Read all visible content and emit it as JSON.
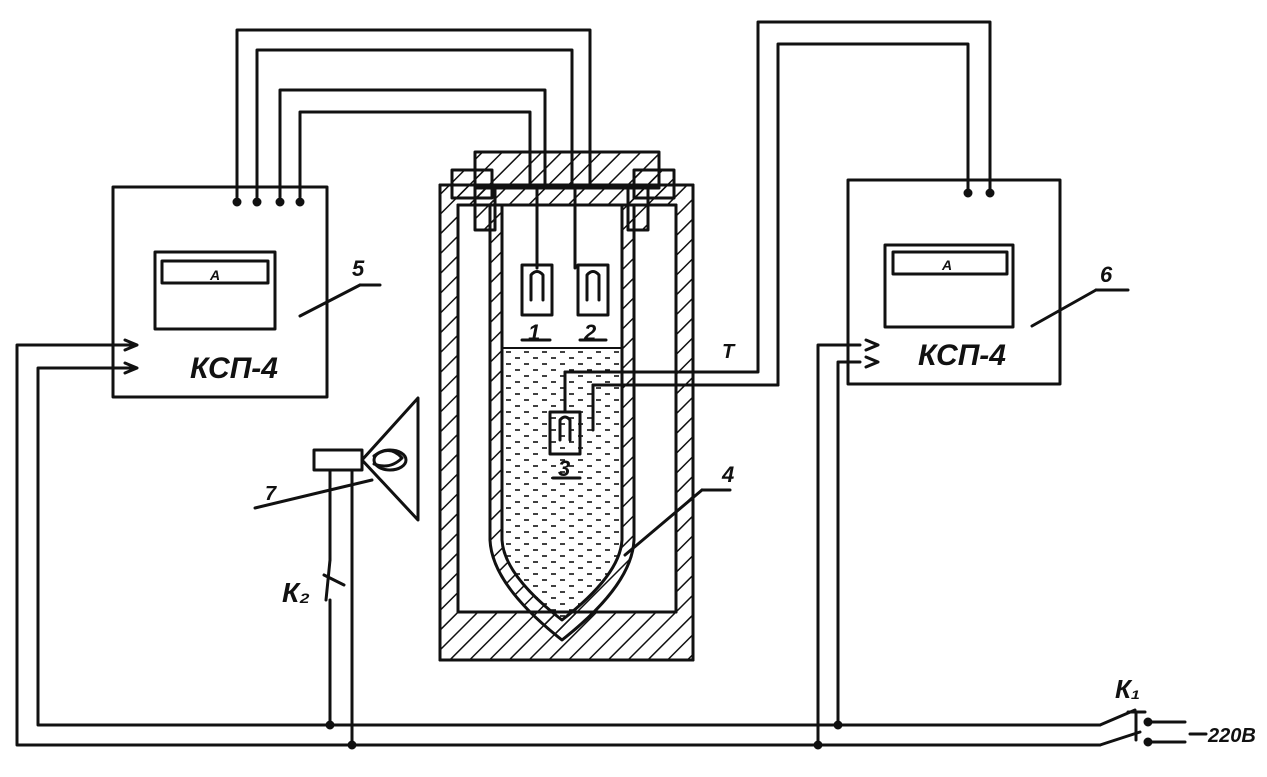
{
  "devices": {
    "left": {
      "model": "КСП-4",
      "number": "5",
      "scale_mark": "А"
    },
    "right": {
      "model": "КСП-4",
      "number": "6",
      "scale_mark": "А"
    }
  },
  "vessel": {
    "number": "4",
    "sensor_mark": "Т"
  },
  "sensors": {
    "s1": "1",
    "s2": "2",
    "s3": "3"
  },
  "lamp": {
    "number": "7"
  },
  "switches": {
    "k1": "К₁",
    "k2": "К₂"
  },
  "supply": {
    "voltage": "220В"
  }
}
